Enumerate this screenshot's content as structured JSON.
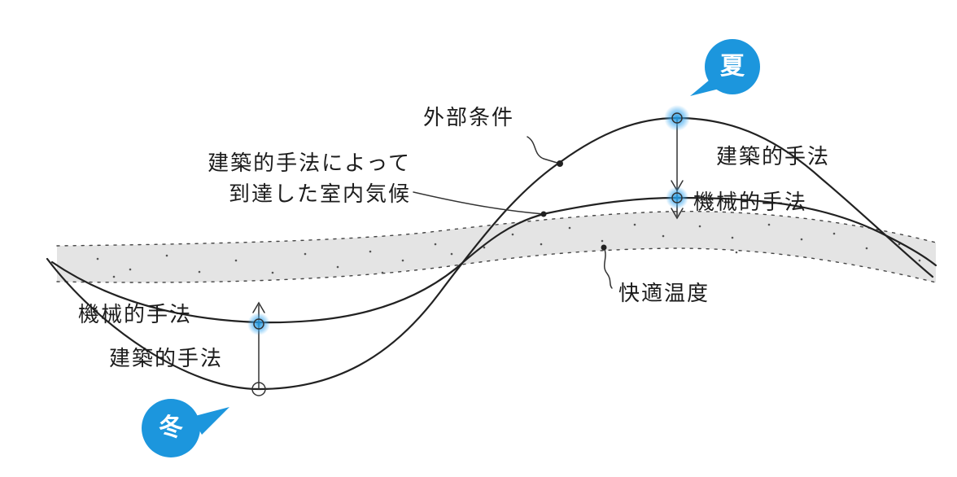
{
  "labels": {
    "architectural_result": "建築的手法によって\n到達した室内気候",
    "external_conditions": "外部条件",
    "architectural_method_summer": "建築的手法",
    "mechanical_method_summer": "機械的手法",
    "comfort_temperature": "快適温度",
    "mechanical_method_winter": "機械的手法",
    "architectural_method_winter": "建築的手法"
  },
  "seasons": {
    "summer": "夏",
    "winter": "冬"
  },
  "colors": {
    "line": "#222222",
    "band": "#e4e4e4",
    "bubble": "#1c96dd",
    "glow": "#3aa8f0"
  }
}
